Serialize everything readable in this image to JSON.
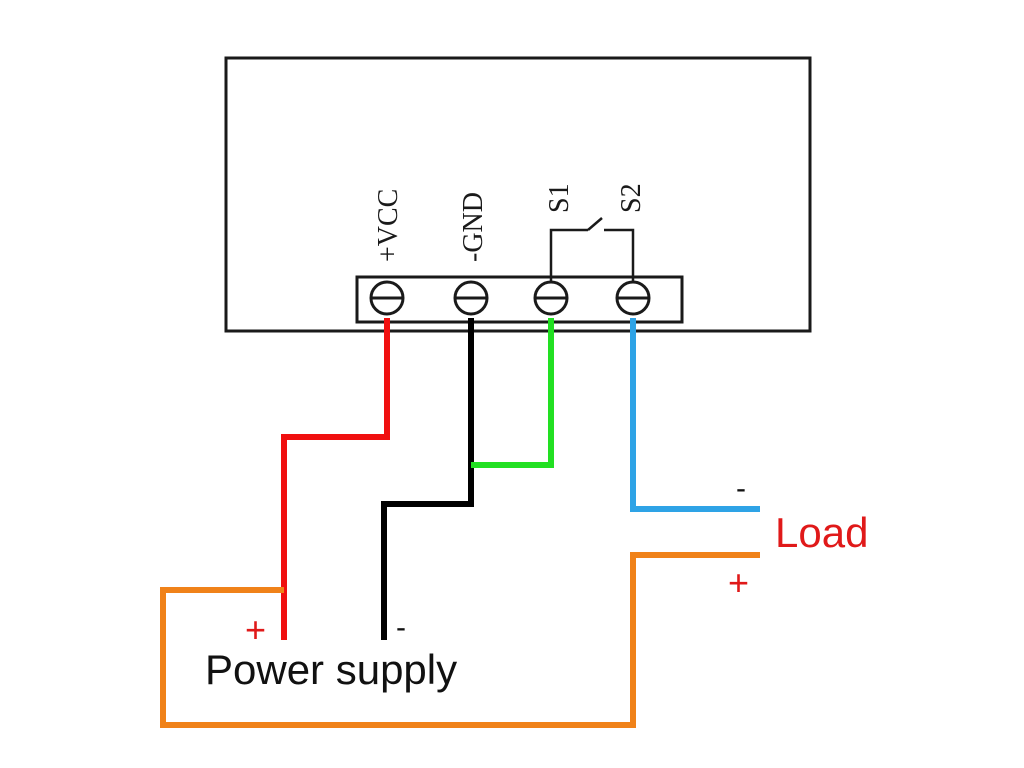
{
  "module": {
    "terminals": [
      {
        "id": "vcc",
        "label": "+VCC"
      },
      {
        "id": "gnd",
        "label": "-GND"
      },
      {
        "id": "s1",
        "label": "S1"
      },
      {
        "id": "s2",
        "label": "S2"
      }
    ]
  },
  "power_supply": {
    "label": "Power supply",
    "plus": "+",
    "minus": "-"
  },
  "load": {
    "label": "Load",
    "plus": "+",
    "minus": "-"
  },
  "wire_colors": {
    "vcc": "#f00f0f",
    "gnd": "#000000",
    "s1": "#22e022",
    "s2": "#2ea3e6",
    "load_return": "#f08219"
  },
  "label_colors": {
    "load_text": "#e01919",
    "plus_sign": "#e01919",
    "text": "#111111"
  }
}
